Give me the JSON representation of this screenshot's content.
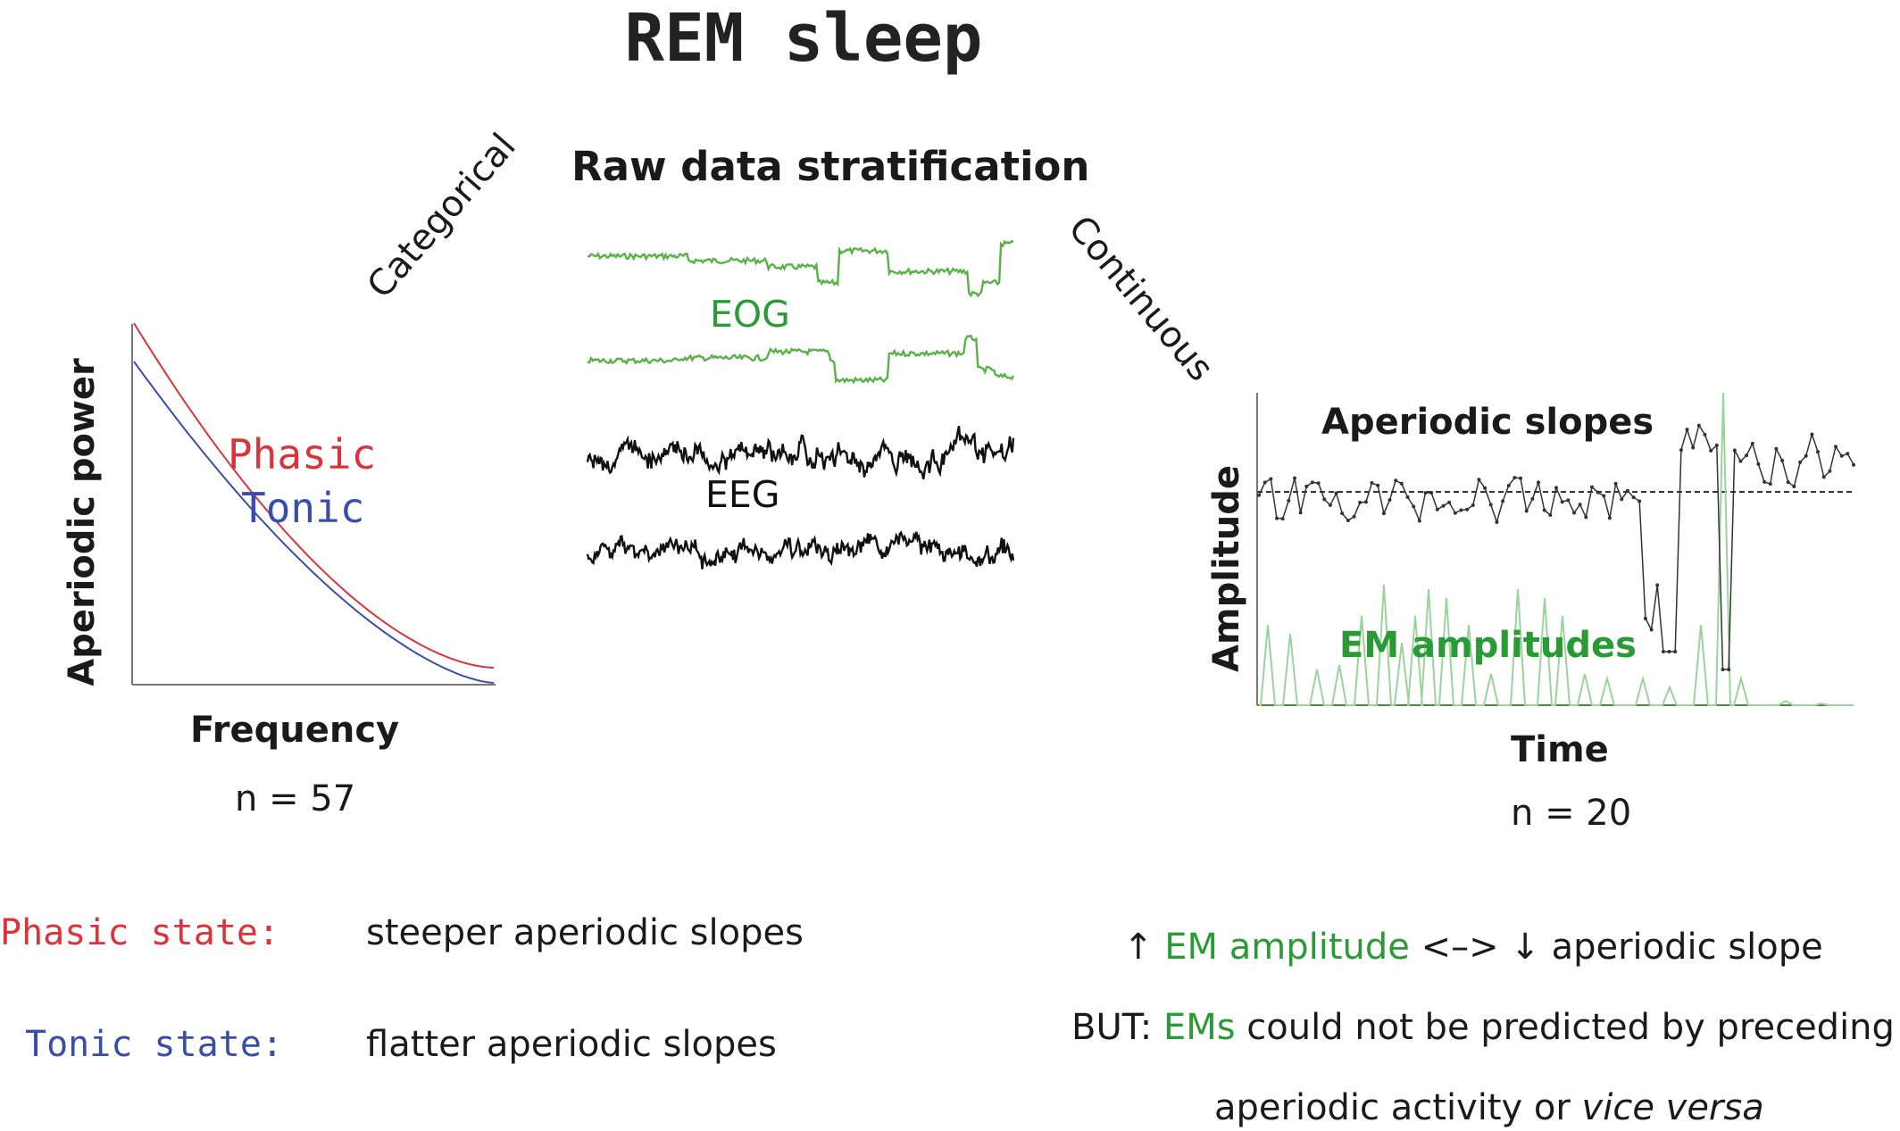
{
  "title": "REM sleep",
  "center": {
    "heading": "Raw data stratification",
    "left_branch": "Categorical",
    "right_branch": "Continuous",
    "eog_label": "EOG",
    "eeg_label": "EEG"
  },
  "left_panel": {
    "ylabel": "Aperiodic power",
    "xlabel": "Frequency",
    "n_label": "n = 57",
    "series": [
      {
        "name": "Phasic",
        "color": "#d9343b"
      },
      {
        "name": "Tonic",
        "color": "#3a4ea8"
      }
    ]
  },
  "right_panel": {
    "ylabel": "Amplitude",
    "xlabel": "Time",
    "n_label": "n = 20",
    "slopes_label": "Aperiodic slopes",
    "em_label": "EM amplitudes",
    "slope_color": "#222222",
    "em_color": "#7fc97f"
  },
  "findings_left": {
    "phasic_state": "Phasic state:",
    "phasic_text": "steeper aperiodic slopes",
    "tonic_state": "Tonic state:",
    "tonic_text": "flatter aperiodic slopes"
  },
  "findings_right": {
    "up_arrow": "↑",
    "em_amplitude": "EM amplitude",
    "relation": "<–>",
    "down_arrow": "↓",
    "aperiodic_slope": "aperiodic slope",
    "but": "BUT:",
    "ems": "EMs",
    "line2_rest": "could not be predicted by preceding",
    "line3_main": "aperiodic activity or",
    "line3_italic": "vice versa"
  }
}
